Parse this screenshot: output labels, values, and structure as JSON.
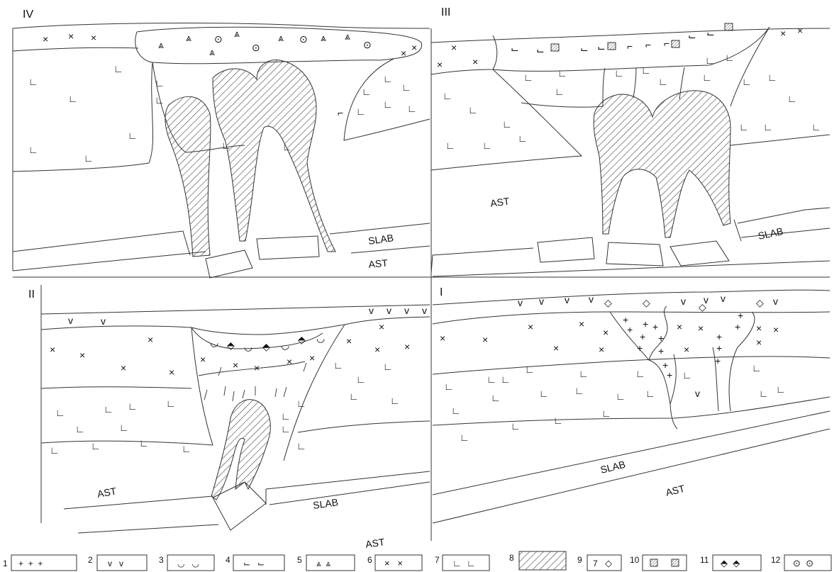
{
  "figure": {
    "panels": [
      {
        "id": "IV",
        "units": [
          "SLAB",
          "AST"
        ]
      },
      {
        "id": "III",
        "units": [
          "AST",
          "SLAB"
        ]
      },
      {
        "id": "II",
        "units": [
          "AST",
          "SLAB",
          "AST"
        ]
      },
      {
        "id": "I",
        "units": [
          "SLAB",
          "AST"
        ]
      }
    ],
    "legend": [
      {
        "num": "1",
        "symbol": "plus"
      },
      {
        "num": "2",
        "symbol": "v"
      },
      {
        "num": "3",
        "symbol": "cup-dot"
      },
      {
        "num": "4",
        "symbol": "L-dot"
      },
      {
        "num": "5",
        "symbol": "double-chevron"
      },
      {
        "num": "6",
        "symbol": "x"
      },
      {
        "num": "7",
        "symbol": "L"
      },
      {
        "num": "8",
        "symbol": "hatch"
      },
      {
        "num": "9",
        "symbol": "diamond",
        "inner": "7"
      },
      {
        "num": "10",
        "symbol": "hatched-square"
      },
      {
        "num": "11",
        "symbol": "striped-diamond"
      },
      {
        "num": "12",
        "symbol": "dot-circle"
      }
    ]
  }
}
